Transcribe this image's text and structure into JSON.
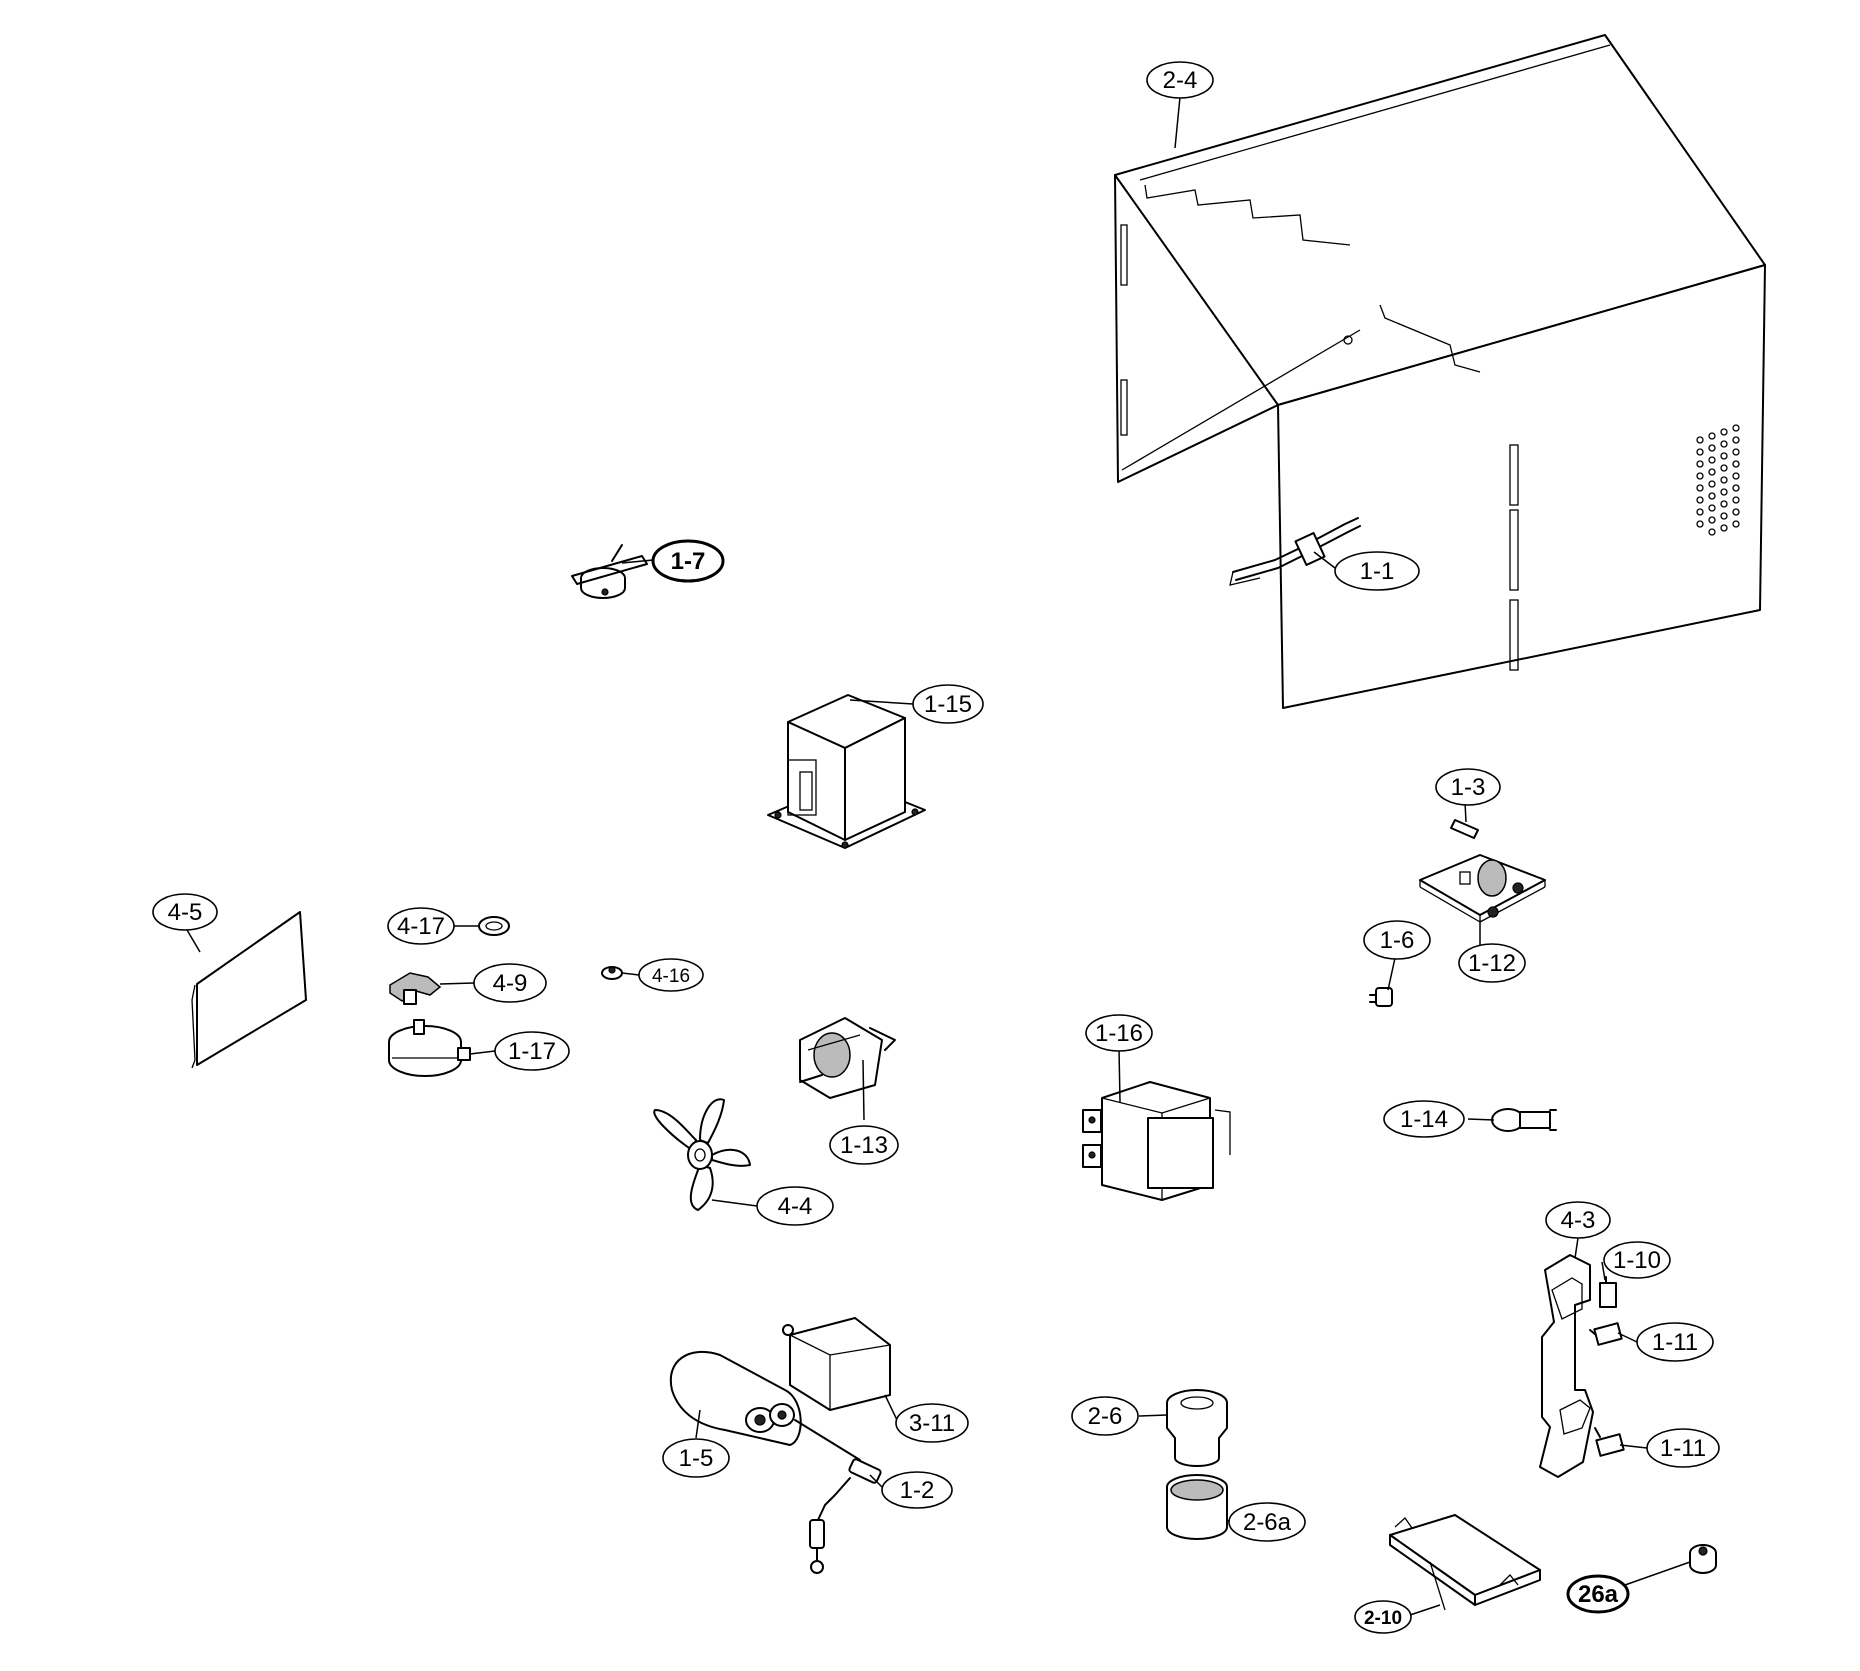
{
  "callouts": [
    {
      "id": "cab",
      "label": "2-4"
    },
    {
      "id": "therm",
      "label": "1-7"
    },
    {
      "id": "cord",
      "label": "1-1"
    },
    {
      "id": "trans",
      "label": "1-15"
    },
    {
      "id": "fuse",
      "label": "1-3"
    },
    {
      "id": "pcb",
      "label": "1-12"
    },
    {
      "id": "lamp",
      "label": "1-6"
    },
    {
      "id": "cover",
      "label": "4-5"
    },
    {
      "id": "ring",
      "label": "4-17"
    },
    {
      "id": "coupler",
      "label": "4-9"
    },
    {
      "id": "nut",
      "label": "4-16"
    },
    {
      "id": "tmotor",
      "label": "1-17"
    },
    {
      "id": "fmotor",
      "label": "1-13"
    },
    {
      "id": "magnet",
      "label": "1-16"
    },
    {
      "id": "noise",
      "label": "1-14"
    },
    {
      "id": "blade",
      "label": "4-4"
    },
    {
      "id": "bracket",
      "label": "4-3"
    },
    {
      "id": "sw10",
      "label": "1-10"
    },
    {
      "id": "sw11a",
      "label": "1-11"
    },
    {
      "id": "sw11b",
      "label": "1-11"
    },
    {
      "id": "hvholder",
      "label": "3-11"
    },
    {
      "id": "cap",
      "label": "1-5"
    },
    {
      "id": "diode",
      "label": "1-2"
    },
    {
      "id": "roller",
      "label": "2-6"
    },
    {
      "id": "rollerb",
      "label": "2-6a"
    },
    {
      "id": "base",
      "label": "2-10"
    },
    {
      "id": "foot",
      "label": "26a"
    }
  ]
}
